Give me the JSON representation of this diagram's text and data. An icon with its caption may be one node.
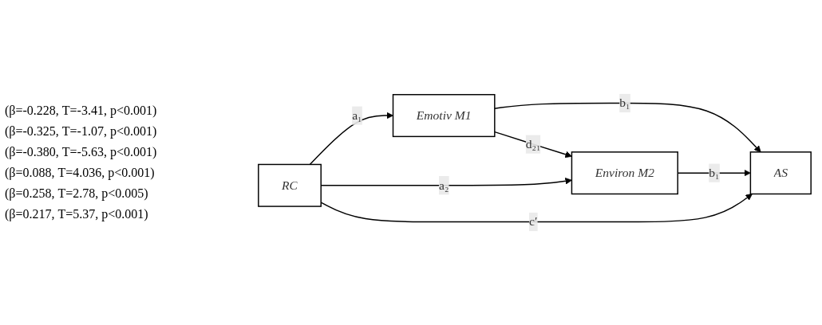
{
  "diagram": {
    "nodes": [
      {
        "text": [
          "Emotiv M1"
        ]
      },
      {
        "text": [
          "Environ M2"
        ]
      },
      {
        "text": [
          "RC"
        ]
      },
      {
        "text": [
          "AS"
        ]
      }
    ],
    "edges": [
      {
        "from": 0,
        "to": 1,
        "arrow": "to",
        "label": "d₂₁"
      },
      {
        "from": 2,
        "to": 0,
        "arrow": "to",
        "label": "a₁"
      },
      {
        "from": 2,
        "to": 1,
        "arrow": "to",
        "label": "a₂"
      },
      {
        "from": 0,
        "to": 3,
        "arrow": "to",
        "label": "b₁"
      },
      {
        "from": 1,
        "to": 3,
        "arrow": "to",
        "label": "b₁"
      },
      {
        "from": 2,
        "to": 3,
        "arrow": "to",
        "label": "c′"
      }
    ],
    "labels": [
      "(β=-0.228, T=-3.41, p<0.001)",
      "(β=-0.325, T=-1.07, p<0.001)",
      "(β=-0.380, T=-5.63, p<0.001)",
      "(β=0.088, T=4.036, p<0.001)",
      "(β=0.258, T=2.78, p<0.005)",
      "(β=0.217, T=5.37, p<0.001)"
    ]
  }
}
